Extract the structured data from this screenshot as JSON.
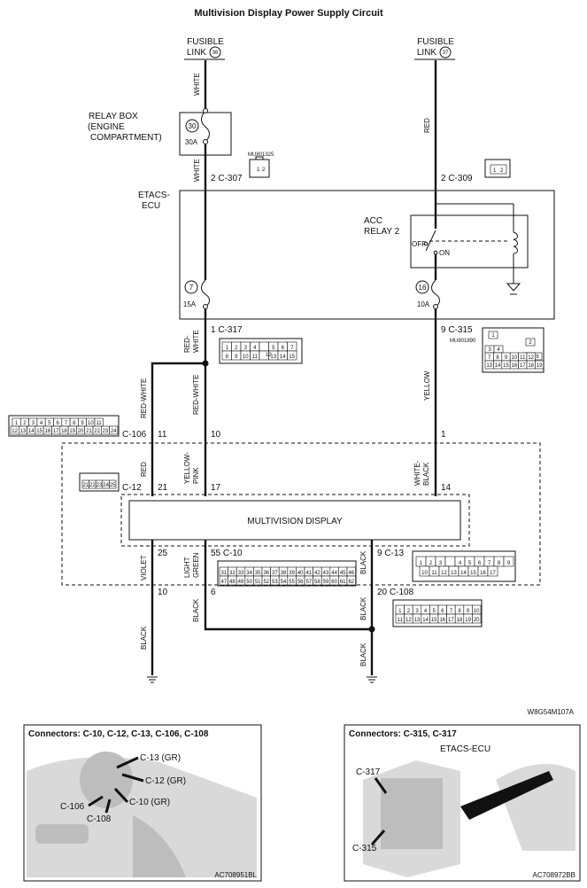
{
  "title": "Multivision Display Power Supply Circuit",
  "diagram_code": "W8G54M107A",
  "fusible_links": [
    {
      "label_line1": "FUSIBLE",
      "label_line2": "LINK",
      "number": "36"
    },
    {
      "label_line1": "FUSIBLE",
      "label_line2": "LINK",
      "number": "37"
    }
  ],
  "relay_box": {
    "line1": "RELAY BOX",
    "line2": "(ENGINE",
    "line3": "COMPARTMENT)",
    "fuse_number": "30",
    "fuse_rating": "30A"
  },
  "etacs": {
    "line1": "ETACS-",
    "line2": "ECU",
    "acc_relay_line1": "ACC",
    "acc_relay_line2": "RELAY 2",
    "off": "OFF",
    "on": "ON",
    "fuse7_number": "7",
    "fuse7_rating": "15A",
    "fuse16_number": "16",
    "fuse16_rating": "10A"
  },
  "part_numbers": {
    "c307": "MU801325",
    "c315": "MU801890"
  },
  "wire_colors": {
    "white": "WHITE",
    "red": "RED",
    "red_white": "RED-WHITE",
    "red_white_split": [
      "RED-",
      "WHITE"
    ],
    "yellow": "YELLOW",
    "yellow_pink": [
      "YELLOW-",
      "PINK"
    ],
    "white_black": [
      "WHITE-",
      "BLACK"
    ],
    "violet": "VIOLET",
    "light_green": [
      "LIGHT",
      "GREEN"
    ],
    "black": "BLACK"
  },
  "pins": {
    "c307": "2  C-307",
    "c309": "2  C-309",
    "c317": "1  C-317",
    "c315": "9  C-315",
    "c106_prefix": "C-106",
    "p11": "11",
    "p10": "10",
    "p1": "1",
    "c12_prefix": "C-12",
    "p21": "21",
    "p17": "17",
    "p14": "14",
    "p25": "25",
    "c10": "55  C-10",
    "c13": "9  C-13",
    "p10b": "10",
    "p6": "6",
    "c108": "20  C-108"
  },
  "component": "MULTIVISION DISPLAY",
  "connector_cells": {
    "c307": [
      "1",
      "2"
    ],
    "c309": [
      "1",
      "2"
    ],
    "c317_top": [
      "1",
      "2",
      "3",
      "4",
      "",
      "5",
      "6",
      "7"
    ],
    "c317_bottom": [
      "8",
      "9",
      "10",
      "11",
      "",
      "13",
      "14",
      "15"
    ],
    "c317_center": "12",
    "c315": [
      "1",
      "2",
      "3",
      "4",
      "5",
      "6",
      "7",
      "8",
      "9",
      "10",
      "11",
      "12",
      "13",
      "14",
      "15",
      "16",
      "17",
      "18",
      "19"
    ],
    "c106_top": [
      "1",
      "2",
      "3",
      "4",
      "5",
      "6",
      "7",
      "8",
      "9",
      "10",
      "11"
    ],
    "c106_bottom": [
      "12",
      "13",
      "14",
      "15",
      "16",
      "17",
      "18",
      "19",
      "20",
      "21",
      "22",
      "23",
      "24"
    ],
    "c12": [
      "21",
      "22",
      "23",
      "24",
      "25"
    ],
    "c10_top": [
      "31",
      "32",
      "33",
      "34",
      "35",
      "36",
      "37",
      "38",
      "39",
      "40",
      "41",
      "42",
      "43",
      "44",
      "45",
      "46"
    ],
    "c10_bottom": [
      "47",
      "48",
      "49",
      "50",
      "51",
      "52",
      "53",
      "54",
      "55",
      "56",
      "57",
      "58",
      "59",
      "60",
      "61",
      "62"
    ],
    "c13_top": [
      "1",
      "2",
      "3",
      "",
      "4",
      "5",
      "6",
      "7",
      "8",
      "9"
    ],
    "c13_bottom": [
      "10",
      "11",
      "12",
      "13",
      "14",
      "15",
      "16",
      "17"
    ],
    "c108_top": [
      "1",
      "2",
      "3",
      "4",
      "5",
      "6",
      "7",
      "8",
      "9",
      "10"
    ],
    "c108_bottom": [
      "11",
      "12",
      "13",
      "14",
      "15",
      "16",
      "17",
      "18",
      "19",
      "20"
    ]
  },
  "locator_left": {
    "title": "Connectors: C-10, C-12, C-13, C-106, C-108",
    "callouts": [
      "C-13 (GR)",
      "C-12 (GR)",
      "C-10 (GR)",
      "C-106",
      "C-108"
    ],
    "code": "AC708951BL"
  },
  "locator_right": {
    "title": "Connectors: C-315, C-317",
    "unit": "ETACS-ECU",
    "callouts": [
      "C-317",
      "C-315"
    ],
    "code": "AC708972BB"
  }
}
